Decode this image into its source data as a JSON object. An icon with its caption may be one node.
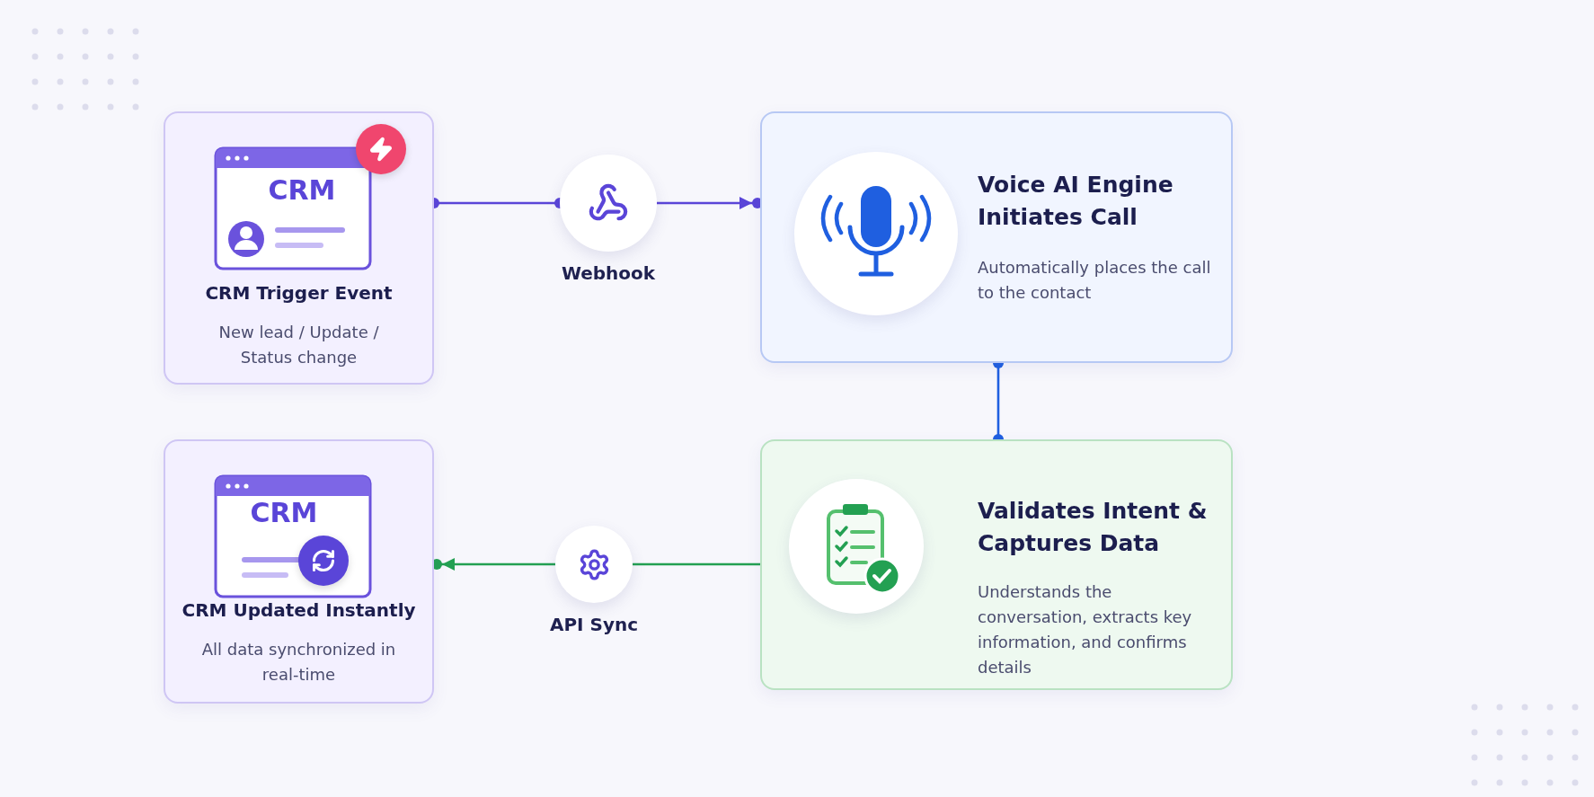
{
  "diagram": {
    "nodes": [
      {
        "text": [
          "CRM",
          "CRM Trigger Event",
          "New lead / Update / Status change"
        ]
      },
      {
        "text": [
          "Webhook"
        ]
      },
      {
        "text": [
          "Voice AI Engine Initiates Call",
          "Automatically places the call to the contact"
        ]
      },
      {
        "text": [
          "Validates Intent & Captures Data",
          "Understands the conversation, extracts key information, and confirms details"
        ]
      },
      {
        "text": [
          "API Sync"
        ]
      },
      {
        "text": [
          "CRM",
          "CRM Updated Instantly",
          "All data synchronized in real-time"
        ]
      }
    ],
    "edges": [
      {
        "from": 0,
        "to": 1,
        "arrow": "other",
        "color": "#5a45d8"
      },
      {
        "from": 1,
        "to": 2,
        "arrow": "to",
        "color": "#5a45d8"
      },
      {
        "from": 2,
        "to": 3,
        "arrow": "other",
        "color": "#1f5fe0"
      },
      {
        "from": 3,
        "to": 4,
        "arrow": "none",
        "color": "#23a052"
      },
      {
        "from": 4,
        "to": 5,
        "arrow": "to",
        "color": "#23a052"
      }
    ]
  }
}
